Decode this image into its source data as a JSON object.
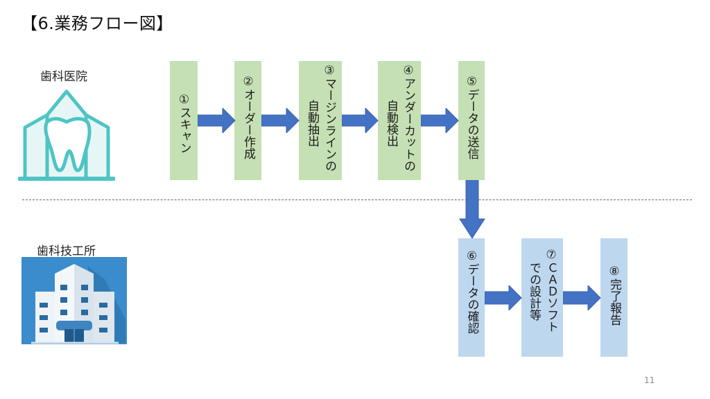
{
  "slide": {
    "title": "【6.業務フロー図】",
    "page_number": "11"
  },
  "lanes": {
    "clinic": {
      "label": "歯科医院",
      "icon": "tooth-clinic-icon"
    },
    "lab": {
      "label": "歯科技工所",
      "icon": "office-building-icon"
    }
  },
  "steps": [
    {
      "id": 1,
      "lane": "clinic",
      "lines": [
        "①スキャン"
      ]
    },
    {
      "id": 2,
      "lane": "clinic",
      "lines": [
        "②オーダー作成"
      ]
    },
    {
      "id": 3,
      "lane": "clinic",
      "lines": [
        "③マージンラインの",
        "自動抽出"
      ]
    },
    {
      "id": 4,
      "lane": "clinic",
      "lines": [
        "④アンダーカットの",
        "自動検出"
      ]
    },
    {
      "id": 5,
      "lane": "clinic",
      "lines": [
        "⑤データの送信"
      ]
    },
    {
      "id": 6,
      "lane": "lab",
      "lines": [
        "⑥データの確認"
      ]
    },
    {
      "id": 7,
      "lane": "lab",
      "lines": [
        "⑦ＣＡＤソフト",
        "での設計等"
      ]
    },
    {
      "id": 8,
      "lane": "lab",
      "lines": [
        "⑧完了報告"
      ]
    }
  ],
  "colors": {
    "clinic_step": "#c5e0b4",
    "lab_step": "#bdd7ee",
    "arrow": "#4472c4",
    "clinic_icon": "#4fc4c4",
    "lab_icon": "#2e7fbf"
  }
}
